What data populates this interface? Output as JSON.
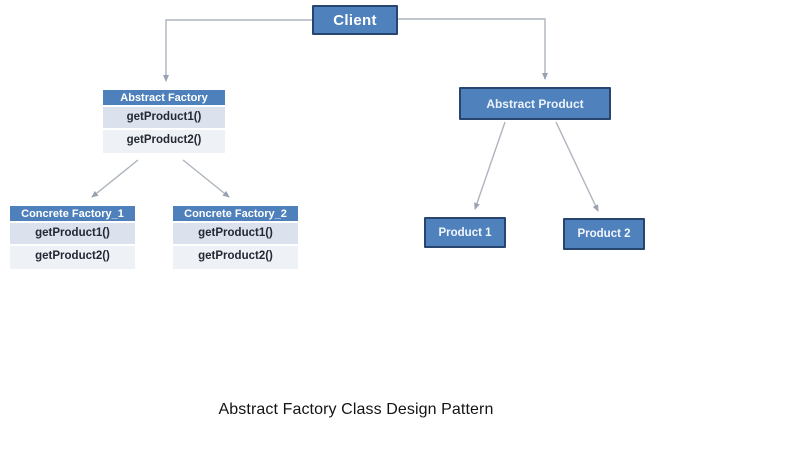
{
  "diagram": {
    "client": {
      "label": "Client"
    },
    "abstract_factory": {
      "title": "Abstract Factory",
      "methods": [
        "getProduct1()",
        "getProduct2()"
      ]
    },
    "concrete_factory_1": {
      "title": "Concrete Factory_1",
      "methods": [
        "getProduct1()",
        "getProduct2()"
      ]
    },
    "concrete_factory_2": {
      "title": "Concrete Factory_2",
      "methods": [
        "getProduct1()",
        "getProduct2()"
      ]
    },
    "abstract_product": {
      "label": "Abstract Product"
    },
    "product_1": {
      "label": "Product 1"
    },
    "product_2": {
      "label": "Product 2"
    },
    "caption": "Abstract Factory Class Design Pattern"
  },
  "colors": {
    "node_fill": "#4f81bd",
    "node_border": "#27456f",
    "header_fill": "#4e80bb",
    "row_odd": "#dce2ed",
    "row_even": "#eef1f6",
    "method_text": "#232833",
    "connector": "#aeb4bd",
    "connector_arrow": "#99a2b0",
    "canvas_bg": "#ffffff",
    "caption_text": "#141414"
  }
}
